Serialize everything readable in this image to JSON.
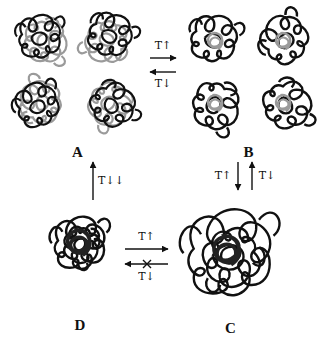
{
  "diagram": {
    "nodes": [
      {
        "text": [
          "A"
        ]
      },
      {
        "text": [
          "B"
        ]
      },
      {
        "text": [
          "D"
        ]
      },
      {
        "text": [
          "C"
        ]
      }
    ],
    "edges": [
      {
        "from": 0,
        "to": 1,
        "arrow": "to",
        "label": "T↑"
      },
      {
        "from": 1,
        "to": 0,
        "arrow": "to",
        "label": "T↓"
      },
      {
        "from": 1,
        "to": 3,
        "arrow": "to",
        "label": "T↑"
      },
      {
        "from": 3,
        "to": 1,
        "arrow": "to",
        "label": "T↓"
      },
      {
        "from": 2,
        "to": 0,
        "arrow": "to",
        "label": "T↓↓"
      },
      {
        "from": 2,
        "to": 3,
        "arrow": "to",
        "label": "T↑"
      },
      {
        "from": 3,
        "to": 2,
        "arrow": "to",
        "label": "T↓"
      }
    ]
  }
}
